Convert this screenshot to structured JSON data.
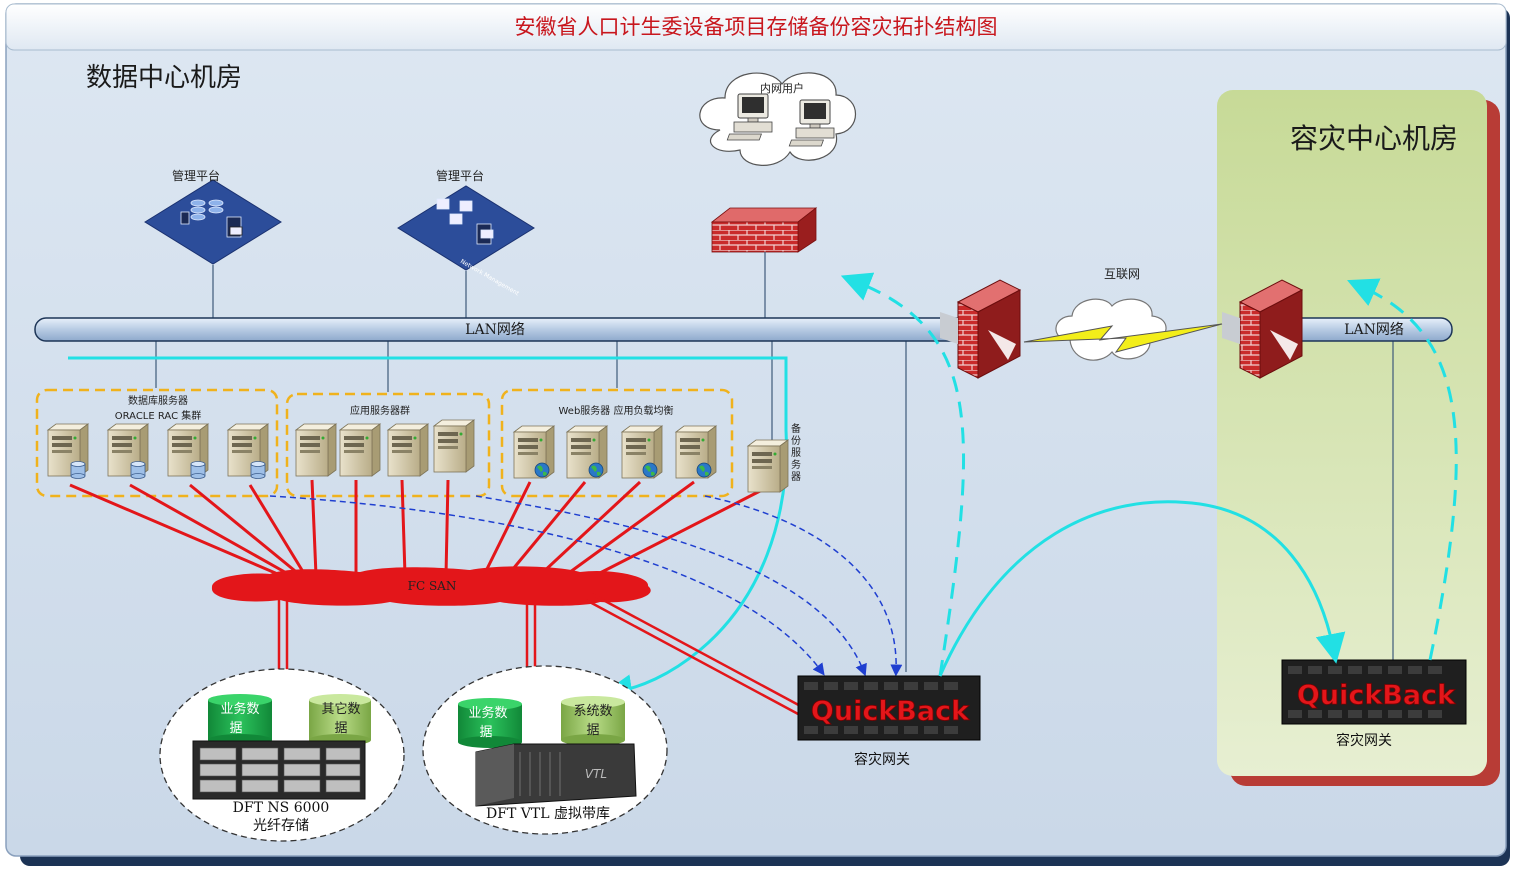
{
  "title": "安徽省人口计生委设备项目存储备份容灾拓扑结构图",
  "data_center": {
    "label": "数据中心机房",
    "mgmt_platform_1": "管理平台",
    "mgmt_platform_2": "管理平台",
    "network_mgmt_text": "Network Management",
    "intranet_users": "内网用户",
    "lan_label": "LAN网络",
    "db_group": {
      "line1": "数据库服务器",
      "line2": "ORACLE RAC 集群"
    },
    "app_group": "应用服务器群",
    "web_group": "Web服务器 应用负载均衡",
    "backup_server": [
      "备",
      "份",
      "服",
      "务",
      "器"
    ],
    "fc_san": "FC  SAN",
    "storage1": {
      "data1": [
        "业务数",
        "据"
      ],
      "data2": [
        "其它数",
        "据"
      ],
      "name": "DFT NS 6000",
      "subtitle": "光纤存储"
    },
    "storage2": {
      "data1": [
        "业务数",
        "据"
      ],
      "data2": [
        "系统数",
        "据"
      ],
      "vtl_text": "VTL",
      "name": "DFT VTL 虚拟带库"
    },
    "gateway": {
      "brand": "QuickBack",
      "label": "容灾网关"
    }
  },
  "internet_label": "互联网",
  "dr_center": {
    "label": "容灾中心机房",
    "lan_label": "LAN网络",
    "gateway": {
      "brand": "QuickBack",
      "label": "容灾网关"
    }
  },
  "colors": {
    "title_red": "#c8161d",
    "fc_red": "#e3161a",
    "cyan": "#22e0e4",
    "dash_blue": "#1f3fd0",
    "lan_bar": "#c2d4ea",
    "dr_panel": "#cfe0a8",
    "dr_shadow": "#b83c36",
    "group_border": "#f0b21c",
    "storage_green": "#1ea84a"
  }
}
